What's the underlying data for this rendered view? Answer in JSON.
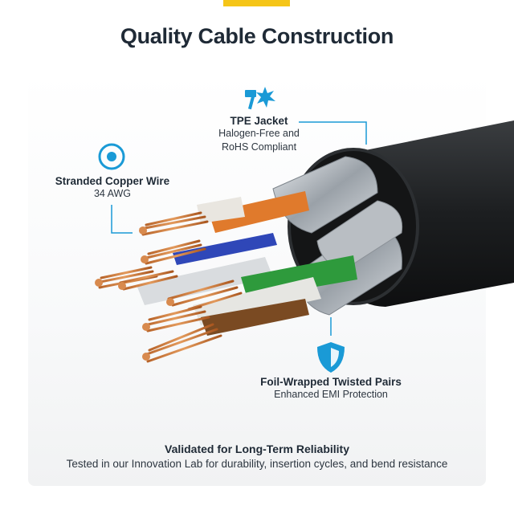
{
  "page": {
    "title": "Quality Cable Construction",
    "accent_color": "#f5c518",
    "icon_color": "#1a9ad6"
  },
  "callouts": {
    "copper": {
      "icon": "target-icon",
      "title": "Stranded Copper Wire",
      "sub": "34 AWG"
    },
    "jacket": {
      "icon": "hammer-spark-icon",
      "title": "TPE Jacket",
      "sub1": "Halogen-Free and",
      "sub2": "RoHS Compliant"
    },
    "foil": {
      "icon": "shield-icon",
      "title": "Foil-Wrapped Twisted Pairs",
      "sub": "Enhanced EMI Protection"
    }
  },
  "footer": {
    "title": "Validated for Long-Term Reliability",
    "sub": "Tested in our Innovation Lab for durability, insertion cycles, and bend resistance"
  }
}
